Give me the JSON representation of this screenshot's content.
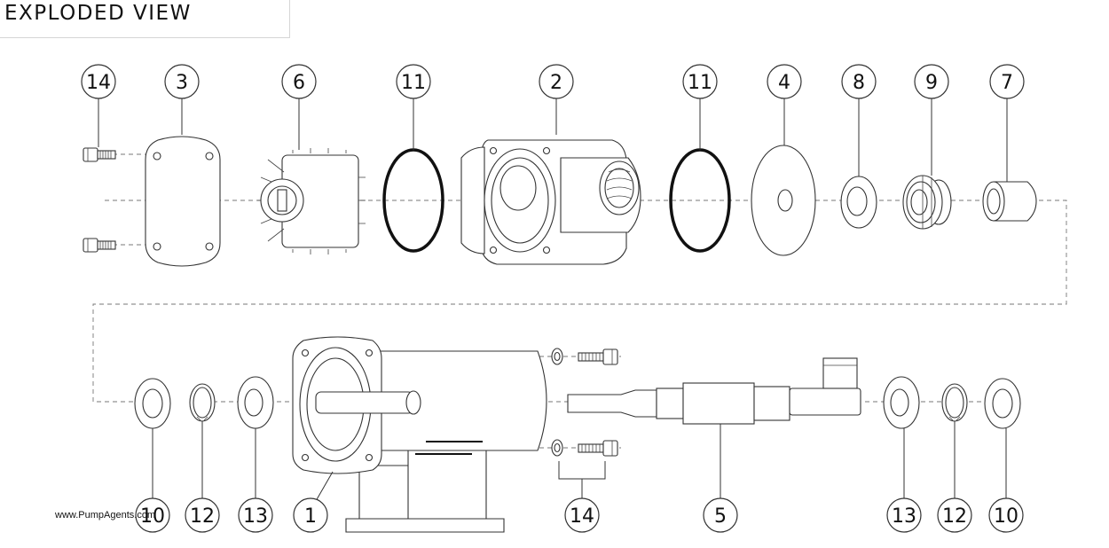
{
  "header": {
    "title": "EXPLODED VIEW"
  },
  "footer": {
    "website": "www.PumpAgents.com"
  },
  "callouts": {
    "top": [
      {
        "id": "c-14-top",
        "number": "14"
      },
      {
        "id": "c-3",
        "number": "3"
      },
      {
        "id": "c-6",
        "number": "6"
      },
      {
        "id": "c-11-a",
        "number": "11"
      },
      {
        "id": "c-2",
        "number": "2"
      },
      {
        "id": "c-11-b",
        "number": "11"
      },
      {
        "id": "c-4",
        "number": "4"
      },
      {
        "id": "c-8",
        "number": "8"
      },
      {
        "id": "c-9",
        "number": "9"
      },
      {
        "id": "c-7",
        "number": "7"
      }
    ],
    "bottom": [
      {
        "id": "c-10-left",
        "number": "10"
      },
      {
        "id": "c-12-left",
        "number": "12"
      },
      {
        "id": "c-13-left",
        "number": "13"
      },
      {
        "id": "c-1",
        "number": "1"
      },
      {
        "id": "c-14-bottom",
        "number": "14"
      },
      {
        "id": "c-5",
        "number": "5"
      },
      {
        "id": "c-13-right",
        "number": "13"
      },
      {
        "id": "c-12-right",
        "number": "12"
      },
      {
        "id": "c-10-right",
        "number": "10"
      }
    ]
  }
}
